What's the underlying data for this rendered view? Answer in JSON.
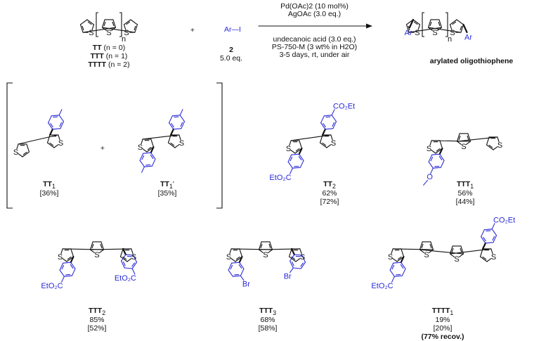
{
  "reaction": {
    "catalyst": "Pd(OAc)2 (10 mol%)",
    "oxidant": "AgOAc (3.0 eq.)",
    "additive": "undecanoic acid (3.0 eq.)",
    "surfactant": "PS-750-M (3 wt% in H2O)",
    "time": "3-5 days, rt, under air",
    "plus": "+",
    "substrates": [
      {
        "code": "TT",
        "n": "(n = 0)"
      },
      {
        "code": "TTT",
        "n": "(n = 1)"
      },
      {
        "code": "TTTT",
        "n": "(n = 2)"
      }
    ],
    "n_label": "n",
    "reagent_label": "Ar—I",
    "reagent_number": "2",
    "reagent_eq": "5.0 eq.",
    "product_label": "arylated oligothiophene",
    "ar_label": "Ar"
  },
  "atoms": {
    "S": "S",
    "Br": "Br",
    "O": "O"
  },
  "groups": {
    "co2et": "CO₂Et",
    "eto2c": "EtO₂C"
  },
  "products": {
    "tt1": {
      "name": "TT",
      "sub": "1",
      "ratio": "[36%]"
    },
    "tt1p": {
      "name": "TT",
      "sub": "1",
      "prime": "'",
      "ratio": "[35%]"
    },
    "tt2": {
      "name": "TT",
      "sub": "2",
      "yield": "62%",
      "ratio": "[72%]"
    },
    "ttt1": {
      "name": "TTT",
      "sub": "1",
      "yield": "56%",
      "ratio": "[44%]"
    },
    "ttt2": {
      "name": "TTT",
      "sub": "2",
      "yield": "85%",
      "ratio": "[52%]"
    },
    "ttt3": {
      "name": "TTT",
      "sub": "3",
      "yield": "68%",
      "ratio": "[58%]"
    },
    "tttt1": {
      "name": "TTTT",
      "sub": "1",
      "yield": "19%",
      "ratio": "[20%]",
      "recovery": "(77% recov.)"
    }
  },
  "colors": {
    "bond": "#111111",
    "aryl": "#2a2ad6"
  }
}
